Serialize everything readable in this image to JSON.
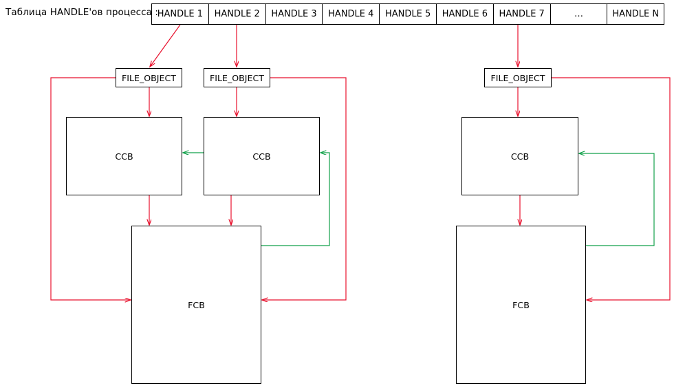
{
  "diagram": {
    "caption": "Таблица HANDLE'ов процесса :",
    "colors": {
      "box_border": "#000000",
      "red_arrow": "#e8112d",
      "green_arrow": "#11a14a",
      "background": "#ffffff"
    },
    "handle_table": {
      "name": "process-handle-table",
      "cells": [
        {
          "label": "HANDLE 1"
        },
        {
          "label": "HANDLE 2"
        },
        {
          "label": "HANDLE 3"
        },
        {
          "label": "HANDLE 4"
        },
        {
          "label": "HANDLE 5"
        },
        {
          "label": "HANDLE 6"
        },
        {
          "label": "HANDLE 7"
        },
        {
          "label": "…"
        },
        {
          "label": "HANDLE N"
        }
      ]
    },
    "groups": [
      {
        "id": "left-group",
        "file_objects": [
          {
            "label": "FILE_OBJECT"
          },
          {
            "label": "FILE_OBJECT"
          }
        ],
        "ccbs": [
          {
            "label": "CCB"
          },
          {
            "label": "CCB"
          }
        ],
        "fcb": {
          "label": "FCB"
        }
      },
      {
        "id": "right-group",
        "file_objects": [
          {
            "label": "FILE_OBJECT"
          }
        ],
        "ccbs": [
          {
            "label": "CCB"
          }
        ],
        "fcb": {
          "label": "FCB"
        }
      }
    ],
    "edges": [
      {
        "from": "HANDLE 1",
        "to": "FILE_OBJECT 1",
        "color": "#e8112d",
        "style": "diagonal"
      },
      {
        "from": "HANDLE 2",
        "to": "FILE_OBJECT 2",
        "color": "#e8112d",
        "style": "vertical"
      },
      {
        "from": "HANDLE 7",
        "to": "FILE_OBJECT 3",
        "color": "#e8112d",
        "style": "vertical"
      },
      {
        "from": "FILE_OBJECT 1",
        "to": "CCB 1",
        "color": "#e8112d",
        "style": "vertical"
      },
      {
        "from": "FILE_OBJECT 2",
        "to": "CCB 2",
        "color": "#e8112d",
        "style": "vertical"
      },
      {
        "from": "FILE_OBJECT 3",
        "to": "CCB 3",
        "color": "#e8112d",
        "style": "vertical"
      },
      {
        "from": "CCB 1",
        "to": "FCB 1",
        "color": "#e8112d",
        "style": "vertical"
      },
      {
        "from": "CCB 2",
        "to": "FCB 1",
        "color": "#e8112d",
        "style": "vertical"
      },
      {
        "from": "CCB 3",
        "to": "FCB 2",
        "color": "#e8112d",
        "style": "vertical"
      },
      {
        "from": "FILE_OBJECT 1",
        "to": "FCB 1",
        "color": "#e8112d",
        "style": "orthogonal-left"
      },
      {
        "from": "FILE_OBJECT 2",
        "to": "FCB 1",
        "color": "#e8112d",
        "style": "orthogonal-right"
      },
      {
        "from": "FILE_OBJECT 3",
        "to": "FCB 2",
        "color": "#e8112d",
        "style": "orthogonal-right"
      },
      {
        "from": "CCB 2",
        "to": "CCB 1",
        "color": "#11a14a",
        "style": "horizontal"
      },
      {
        "from": "FCB 1",
        "to": "CCB 2",
        "color": "#11a14a",
        "style": "orthogonal-right"
      },
      {
        "from": "FCB 2",
        "to": "CCB 3",
        "color": "#11a14a",
        "style": "orthogonal-right"
      }
    ]
  }
}
